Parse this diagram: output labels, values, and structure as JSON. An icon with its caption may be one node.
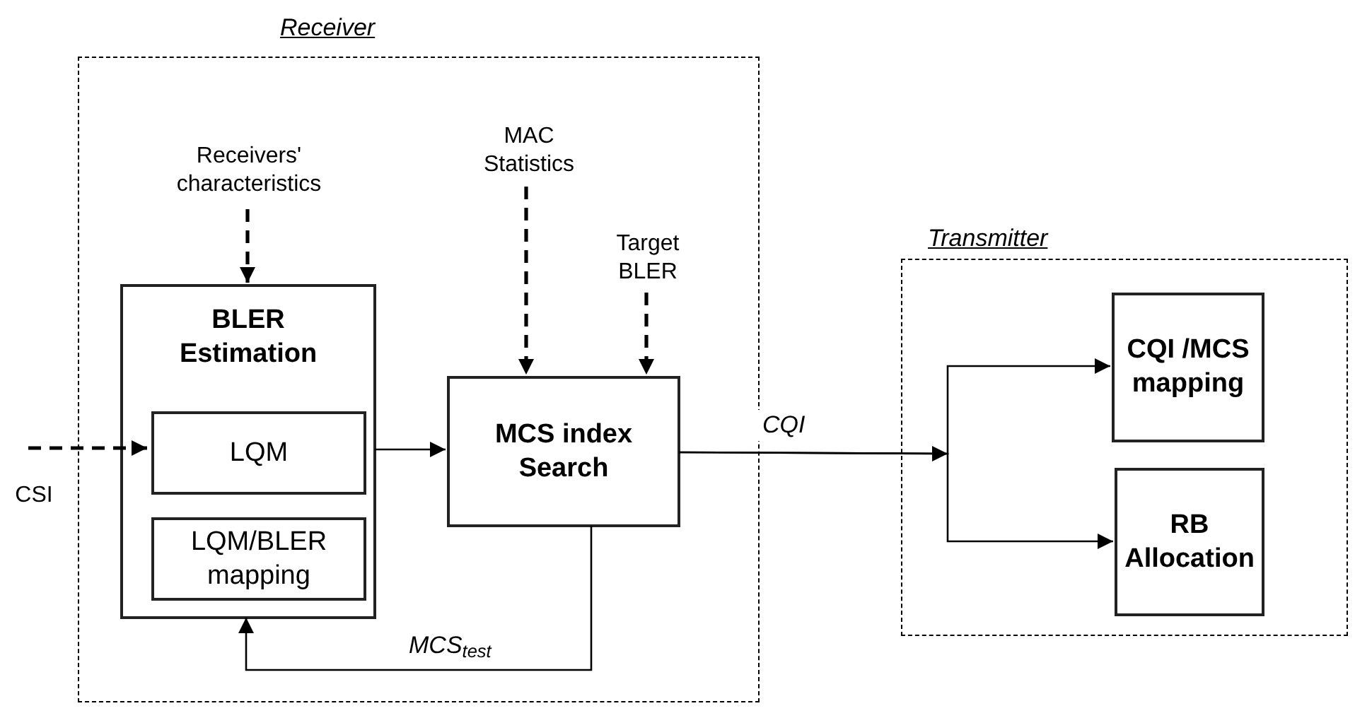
{
  "diagram": {
    "nodes": [
      {
        "text": [
          "Receiver"
        ]
      },
      {
        "text": [
          "BLER Estimation"
        ],
        "in": 0
      },
      {
        "text": [
          "LQM"
        ],
        "in": 1
      },
      {
        "text": [
          "LQM/BLER mapping"
        ],
        "in": 1
      },
      {
        "text": [
          "MCS index Search"
        ],
        "in": 0
      },
      {
        "text": [
          "Receivers' characteristics"
        ],
        "in": 0
      },
      {
        "text": [
          "MAC Statistics"
        ],
        "in": 0
      },
      {
        "text": [
          "Target BLER"
        ],
        "in": 0
      },
      {
        "text": [
          "CSI"
        ]
      },
      {
        "text": [
          "Transmitter"
        ]
      },
      {
        "text": [
          "CQI /MCS mapping"
        ],
        "in": 9
      },
      {
        "text": [
          "RB Allocation"
        ],
        "in": 9
      }
    ],
    "edges": [
      {
        "from": 5,
        "to": 1,
        "arrow": "to",
        "style": "dashed"
      },
      {
        "from": 6,
        "to": 4,
        "arrow": "to",
        "style": "dashed"
      },
      {
        "from": 7,
        "to": 4,
        "arrow": "to",
        "style": "dashed"
      },
      {
        "from": 8,
        "to": 2,
        "arrow": "to",
        "style": "dashed"
      },
      {
        "from": 1,
        "to": 4,
        "arrow": "to"
      },
      {
        "from": 4,
        "to": 1,
        "arrow": "to",
        "label": "MCS$_{test}$"
      },
      {
        "from": 4,
        "to": 10,
        "arrow": "to",
        "label": "CQI"
      },
      {
        "from": 4,
        "to": 11,
        "arrow": "to"
      }
    ]
  }
}
